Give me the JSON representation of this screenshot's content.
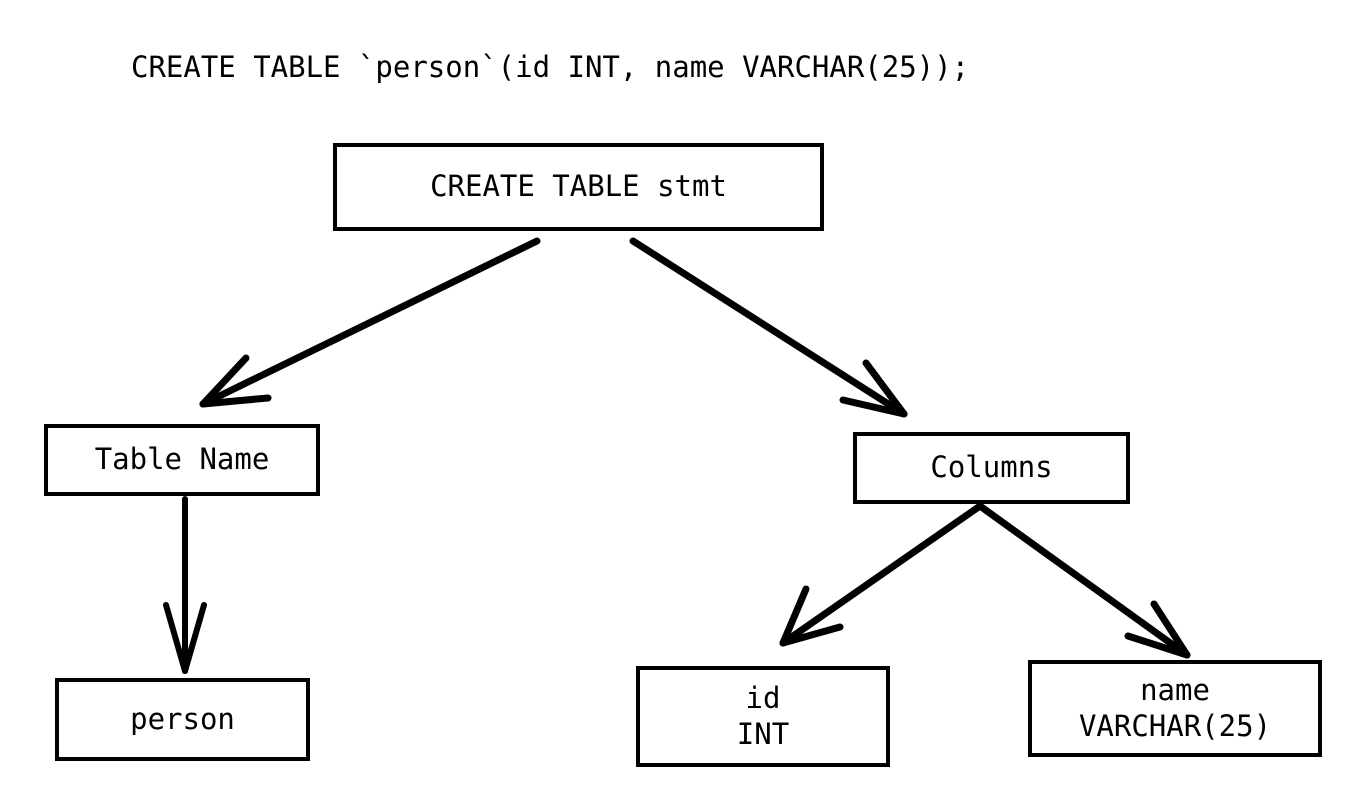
{
  "diagram": {
    "title": "CREATE TABLE `person`(id INT, name VARCHAR(25));",
    "background_color": "#ffffff",
    "stroke_color": "#000000",
    "nodes": {
      "root": {
        "label": "CREATE TABLE stmt"
      },
      "table_name": {
        "label": "Table Name"
      },
      "columns": {
        "label": "Columns"
      },
      "person": {
        "label": "person"
      },
      "column_id": {
        "line1": "id",
        "line2": "INT"
      },
      "column_name": {
        "line1": "name",
        "line2": "VARCHAR(25)"
      }
    },
    "edges": [
      {
        "from": "root",
        "to": "table_name"
      },
      {
        "from": "root",
        "to": "columns"
      },
      {
        "from": "table_name",
        "to": "person"
      },
      {
        "from": "columns",
        "to": "column_id"
      },
      {
        "from": "columns",
        "to": "column_name"
      }
    ]
  }
}
